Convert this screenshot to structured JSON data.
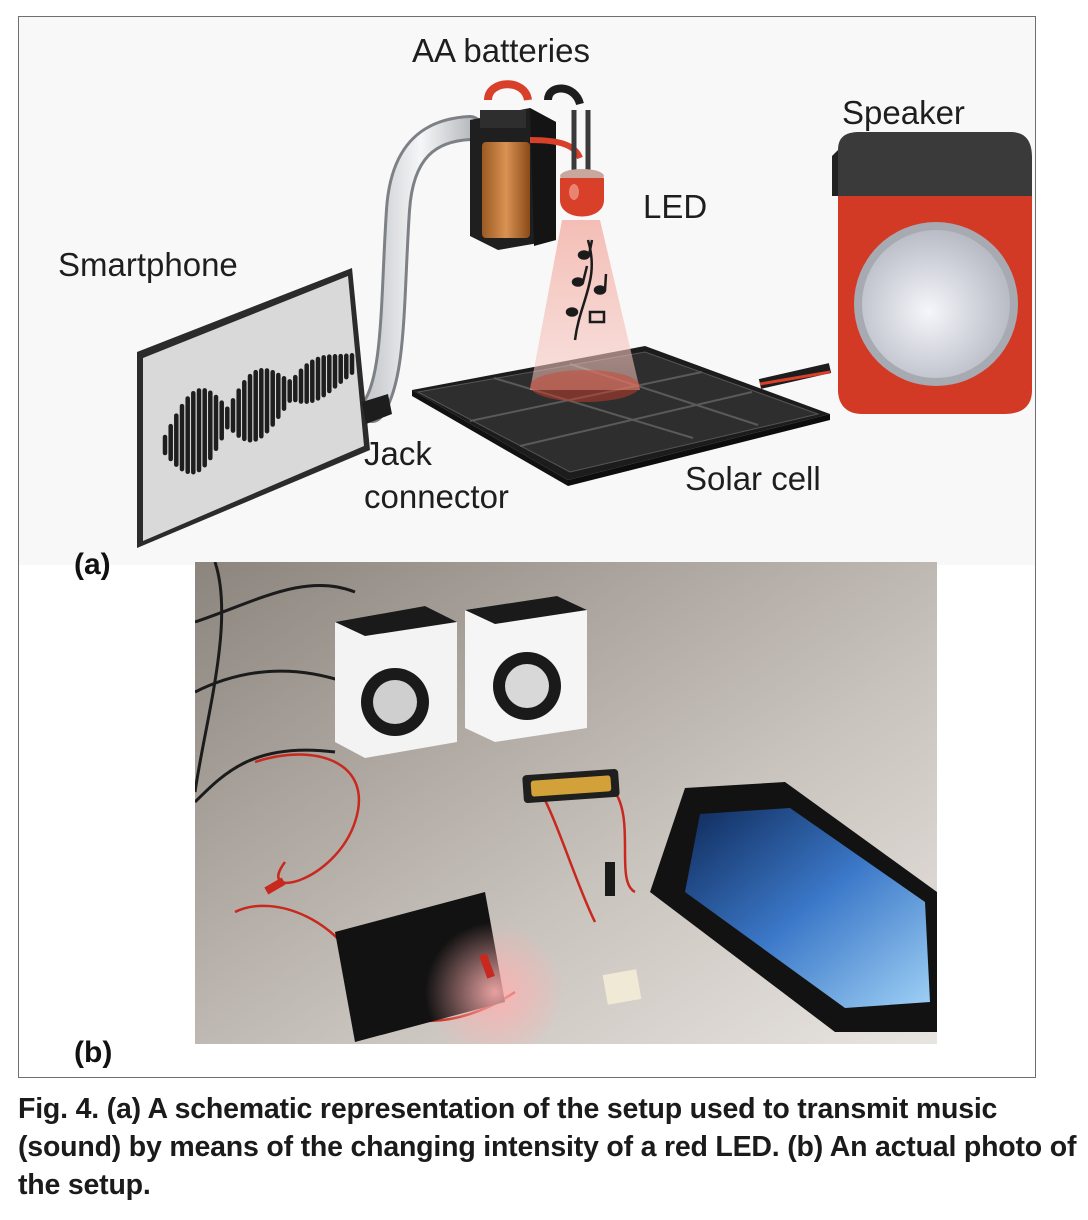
{
  "panel_a": {
    "label": "(a)",
    "callouts": {
      "batteries": "AA batteries",
      "speaker": "Speaker",
      "led": "LED",
      "smartphone": "Smartphone",
      "jack_line1": "Jack",
      "jack_line2": "connector",
      "solar": "Solar cell"
    }
  },
  "panel_b": {
    "label": "(b)"
  },
  "caption": "Fig. 4. (a) A schematic representation of the setup used to transmit music (sound) by means of the changing intensity of a red LED. (b) An actual photo of the setup.",
  "colors": {
    "red": "#d8402a",
    "dark": "#2a2a2a",
    "frame": "#6f6f6f"
  }
}
